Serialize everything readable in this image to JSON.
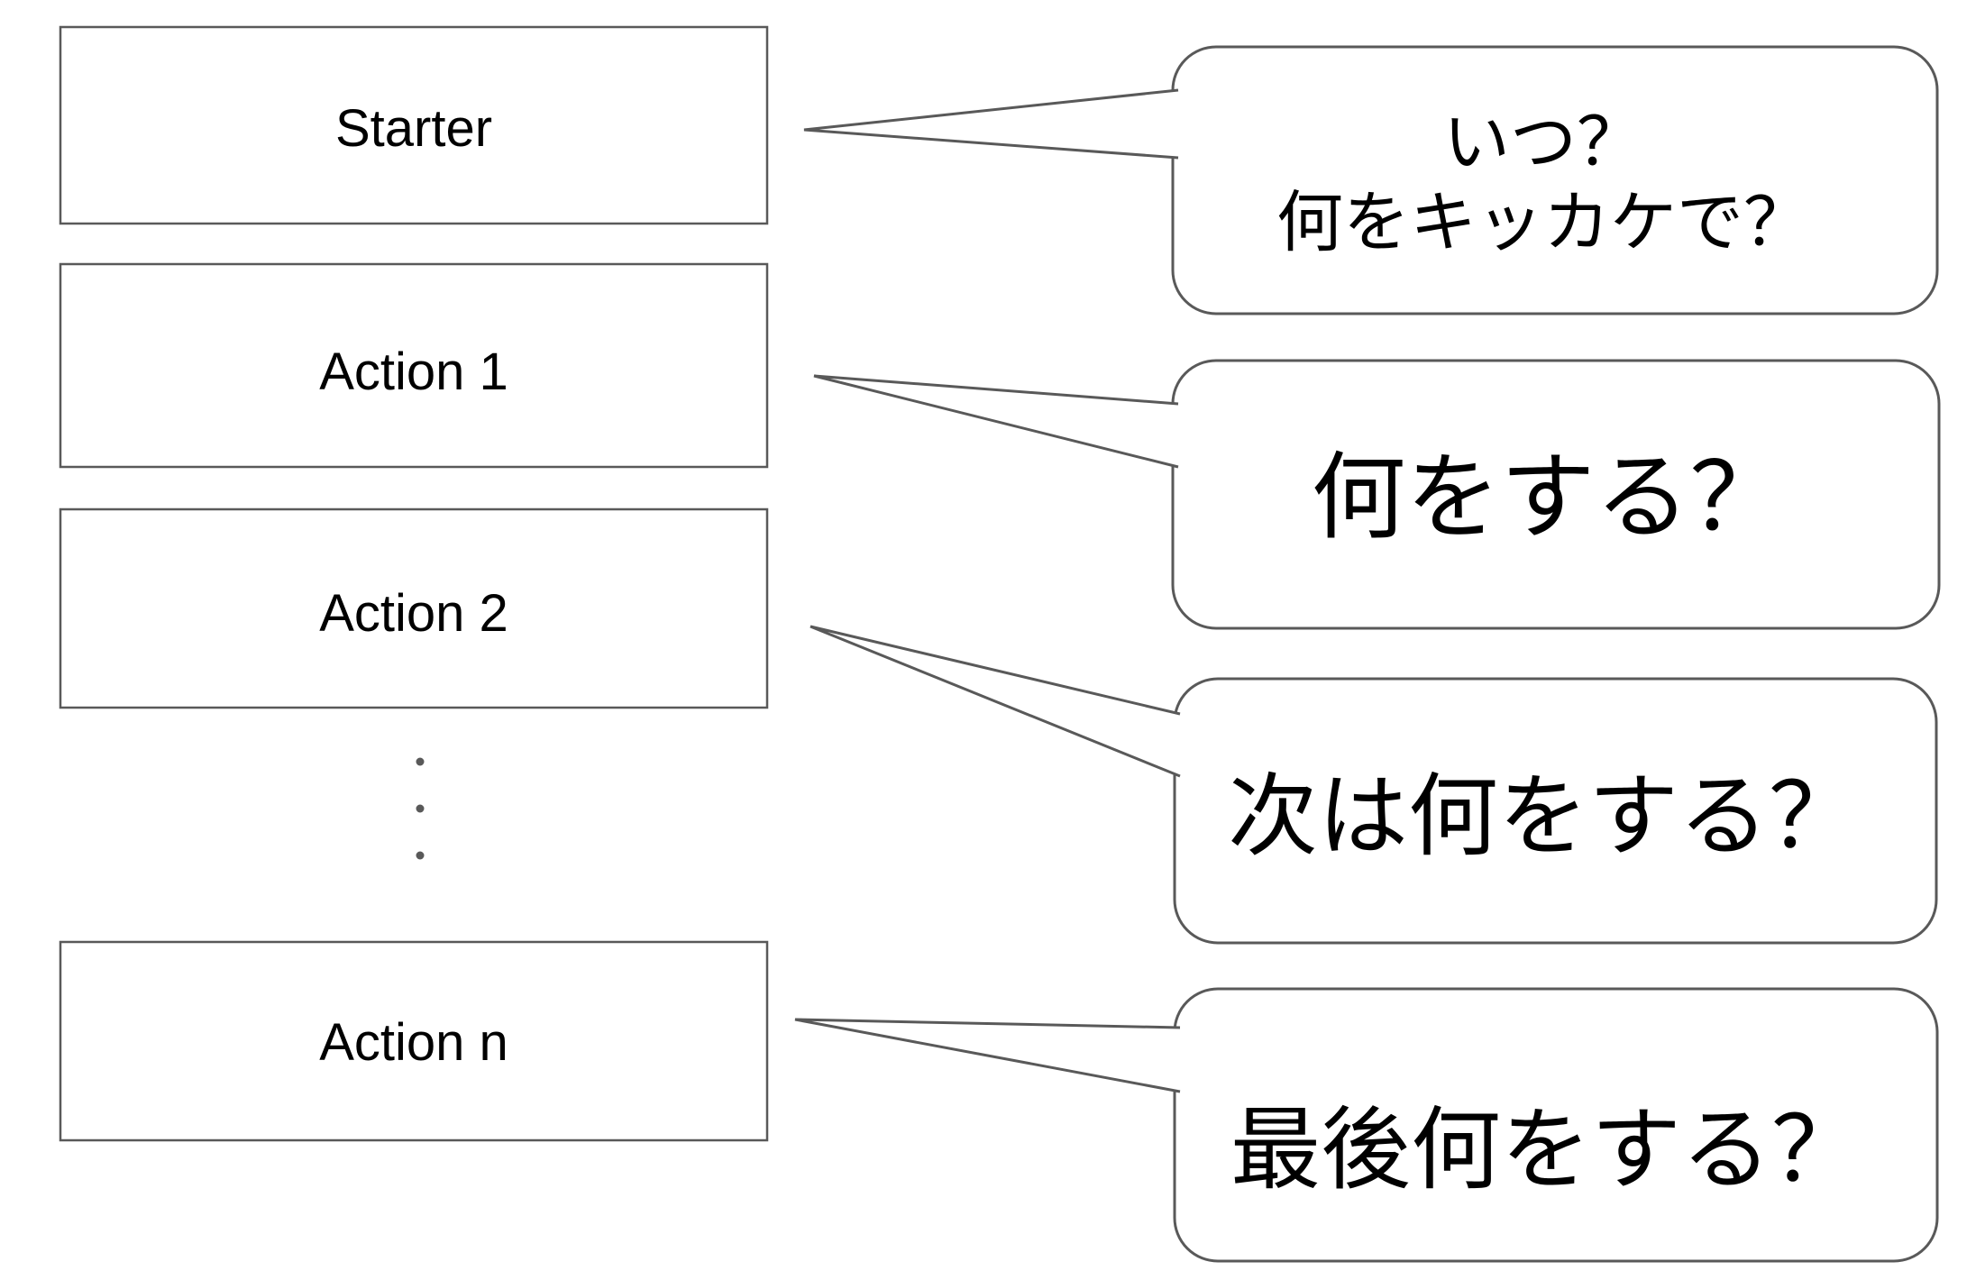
{
  "diagram": {
    "background_color": "#ffffff",
    "stroke_color": "#595959",
    "text_color": "#000000",
    "boxes": [
      {
        "label": "Starter"
      },
      {
        "label": "Action 1"
      },
      {
        "label": "Action 2"
      },
      {
        "label": "Action n"
      }
    ],
    "ellipsis_dot_count": 3,
    "bubbles": [
      {
        "lines": [
          "いつ？",
          "何をキッカケで？"
        ]
      },
      {
        "lines": [
          "何をする？"
        ]
      },
      {
        "lines": [
          "次は何をする？"
        ]
      },
      {
        "lines": [
          "最後何をする？"
        ]
      }
    ]
  }
}
